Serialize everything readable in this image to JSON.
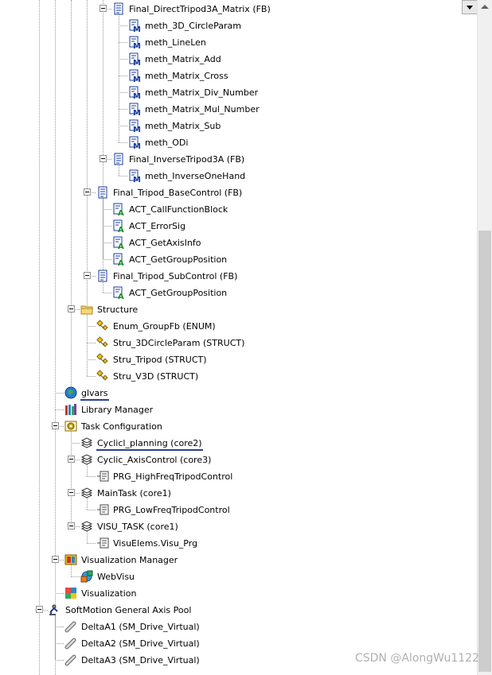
{
  "watermark": "CSDN @AlongWu1122",
  "tree": [
    {
      "label": "Final_DirectTripod3A_Matrix (FB)",
      "icon": "pou-icon",
      "level": 5,
      "expanded": true
    },
    {
      "label": "meth_3D_CircleParam",
      "icon": "method-icon",
      "level": 6
    },
    {
      "label": "meth_LineLen",
      "icon": "method-icon",
      "level": 6
    },
    {
      "label": "meth_Matrix_Add",
      "icon": "method-icon",
      "level": 6
    },
    {
      "label": "meth_Matrix_Cross",
      "icon": "method-icon",
      "level": 6
    },
    {
      "label": "meth_Matrix_Div_Number",
      "icon": "method-icon",
      "level": 6
    },
    {
      "label": "meth_Matrix_Mul_Number",
      "icon": "method-icon",
      "level": 6
    },
    {
      "label": "meth_Matrix_Sub",
      "icon": "method-icon",
      "level": 6
    },
    {
      "label": "meth_ODi",
      "icon": "method-icon",
      "level": 6
    },
    {
      "label": "Final_InverseTripod3A (FB)",
      "icon": "pou-icon",
      "level": 5,
      "expanded": true
    },
    {
      "label": "meth_InverseOneHand",
      "icon": "method-icon",
      "level": 6
    },
    {
      "label": "Final_Tripod_BaseControl (FB)",
      "icon": "pou-icon",
      "level": 4,
      "expanded": true
    },
    {
      "label": "ACT_CallFunctionBlock",
      "icon": "action-icon",
      "level": 5
    },
    {
      "label": "ACT_ErrorSig",
      "icon": "action-icon",
      "level": 5
    },
    {
      "label": "ACT_GetAxisInfo",
      "icon": "action-icon",
      "level": 5
    },
    {
      "label": "ACT_GetGroupPosition",
      "icon": "action-icon",
      "level": 5
    },
    {
      "label": "Final_Tripod_SubControl (FB)",
      "icon": "pou-icon",
      "level": 4,
      "expanded": true
    },
    {
      "label": "ACT_GetGroupPosition",
      "icon": "action-icon",
      "level": 5
    },
    {
      "label": "Structure",
      "icon": "folder-icon",
      "level": 3,
      "expanded": true
    },
    {
      "label": "Enum_GroupFb (ENUM)",
      "icon": "dut-icon",
      "level": 4
    },
    {
      "label": "Stru_3DCircleParam (STRUCT)",
      "icon": "dut-icon",
      "level": 4
    },
    {
      "label": "Stru_Tripod (STRUCT)",
      "icon": "dut-icon",
      "level": 4
    },
    {
      "label": "Stru_V3D (STRUCT)",
      "icon": "dut-icon",
      "level": 4
    },
    {
      "label": "glvars",
      "icon": "global-vars-icon",
      "level": 2,
      "underline": true
    },
    {
      "label": "Library Manager",
      "icon": "library-manager-icon",
      "level": 2
    },
    {
      "label": "Task Configuration",
      "icon": "task-config-icon",
      "level": 2,
      "expanded": true
    },
    {
      "label": "Cyclicl_planning (core2)",
      "icon": "task-icon",
      "level": 3,
      "underline": true
    },
    {
      "label": "Cyclic_AxisControl (core3)",
      "icon": "task-icon",
      "level": 3,
      "expanded": true
    },
    {
      "label": "PRG_HighFreqTripodControl",
      "icon": "program-call-icon",
      "level": 4
    },
    {
      "label": "MainTask (core1)",
      "icon": "task-icon",
      "level": 3,
      "expanded": true
    },
    {
      "label": "PRG_LowFreqTripodControl",
      "icon": "program-call-icon",
      "level": 4
    },
    {
      "label": "VISU_TASK (core1)",
      "icon": "task-icon",
      "level": 3,
      "expanded": true
    },
    {
      "label": "VisuElems.Visu_Prg",
      "icon": "program-call-icon",
      "level": 4
    },
    {
      "label": "Visualization Manager",
      "icon": "visu-manager-icon",
      "level": 2,
      "expanded": true
    },
    {
      "label": "WebVisu",
      "icon": "webvisu-icon",
      "level": 3
    },
    {
      "label": "Visualization",
      "icon": "visualization-icon",
      "level": 2
    },
    {
      "label": "SoftMotion General Axis Pool",
      "icon": "axis-pool-icon",
      "level": 1,
      "expanded": true
    },
    {
      "label": "DeltaA1 (SM_Drive_Virtual)",
      "icon": "axis-icon",
      "level": 2
    },
    {
      "label": "DeltaA2 (SM_Drive_Virtual)",
      "icon": "axis-icon",
      "level": 2
    },
    {
      "label": "DeltaA3 (SM_Drive_Virtual)",
      "icon": "axis-icon",
      "level": 2
    }
  ]
}
